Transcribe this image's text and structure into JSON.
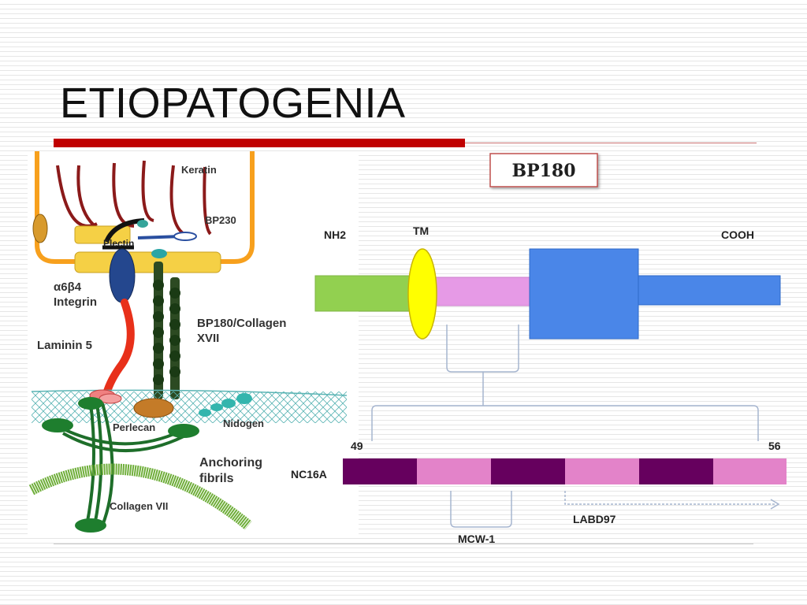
{
  "slide": {
    "title": "ETIOPATOGENIA"
  },
  "left_diagram": {
    "labels": {
      "keratin": "Keratin",
      "bp230": "BP230",
      "plectin": "Plectin",
      "integrin_1": "α6β4",
      "integrin_2": "Integrin",
      "bp180_1": "BP180/Collagen",
      "bp180_2": "XVII",
      "laminin": "Laminin 5",
      "perlecan": "Perlecan",
      "nidogen": "Nidogen",
      "anchoring_1": "Anchoring",
      "anchoring_2": "fibrils",
      "collagen_vi": "Collagen VII"
    }
  },
  "right_diagram": {
    "box_title": "BP180",
    "labels": {
      "nh2": "NH2",
      "tm": "TM",
      "cooh": "COOH",
      "start": "49",
      "end": "56",
      "nc16a": "NC16A",
      "labd97": "LABD97",
      "mcw1": "MCW-1"
    },
    "colors": {
      "green": "#92d050",
      "yellow": "#ffff00",
      "pink": "#e69ae6",
      "blue": "#4a86e8",
      "dark_purple": "#66005e",
      "light_pink": "#e383c9"
    }
  }
}
